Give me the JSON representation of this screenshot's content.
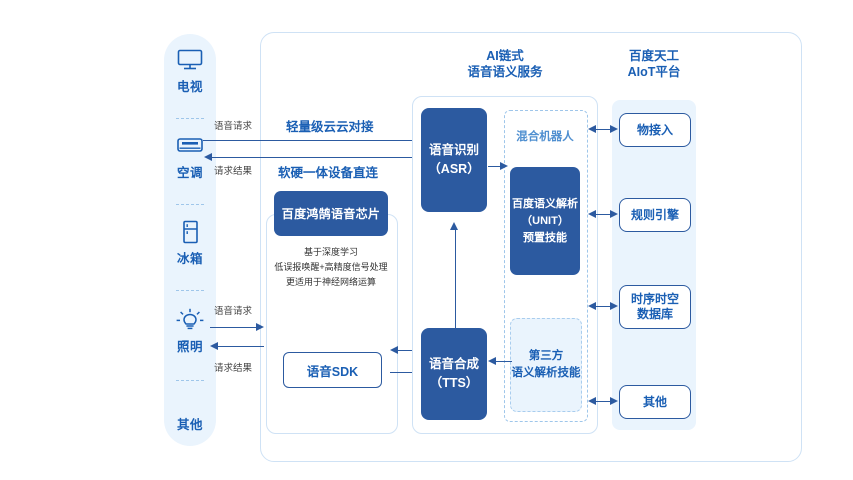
{
  "devices": {
    "items": [
      {
        "label": "电视",
        "icon": "tv-icon"
      },
      {
        "label": "空调",
        "icon": "air-conditioner-icon"
      },
      {
        "label": "冰箱",
        "icon": "refrigerator-icon"
      },
      {
        "label": "照明",
        "icon": "lightbulb-icon"
      },
      {
        "label": "其他",
        "icon": "other-icon"
      }
    ]
  },
  "columns": {
    "ai_service": "AI链式\n语音语义服务",
    "ai_service_line1": "AI链式",
    "ai_service_line2": "语音语义服务",
    "aiot_line1": "百度天工",
    "aiot_line2": "AIoT平台"
  },
  "connections": {
    "cloud_mode": "轻量级云云对接",
    "device_mode": "软硬一体设备直连",
    "top_request": "语音请求",
    "top_result": "请求结果",
    "bottom_request": "语音请求",
    "bottom_result": "请求结果"
  },
  "device_panel": {
    "chip_title": "百度鸿鹄语音芯片",
    "desc_line1": "基于深度学习",
    "desc_line2": "低误报唤醒+高精度信号处理",
    "desc_line3": "更适用于神经网络运算",
    "sdk_label": "语音SDK"
  },
  "ai_panel": {
    "asr_line1": "语音识别",
    "asr_line2": "（ASR）",
    "tts_line1": "语音合成",
    "tts_line2": "（TTS）",
    "robot_label": "混合机器人",
    "unit_line1": "百度语义解析",
    "unit_line2": "（UNIT）",
    "unit_line3": "预置技能",
    "third_line1": "第三方",
    "third_line2": "语义解析技能"
  },
  "aiot_panel": {
    "items": [
      {
        "line1": "物接入",
        "line2": ""
      },
      {
        "line1": "规则引擎",
        "line2": ""
      },
      {
        "line1": "时序时空",
        "line2": "数据库"
      },
      {
        "line1": "其他",
        "line2": ""
      }
    ]
  },
  "colors": {
    "navy": "#2c5aa0",
    "text_blue": "#1a5fb4",
    "pale_blue": "#eaf4fd",
    "border_blue": "#cfe2f5"
  }
}
